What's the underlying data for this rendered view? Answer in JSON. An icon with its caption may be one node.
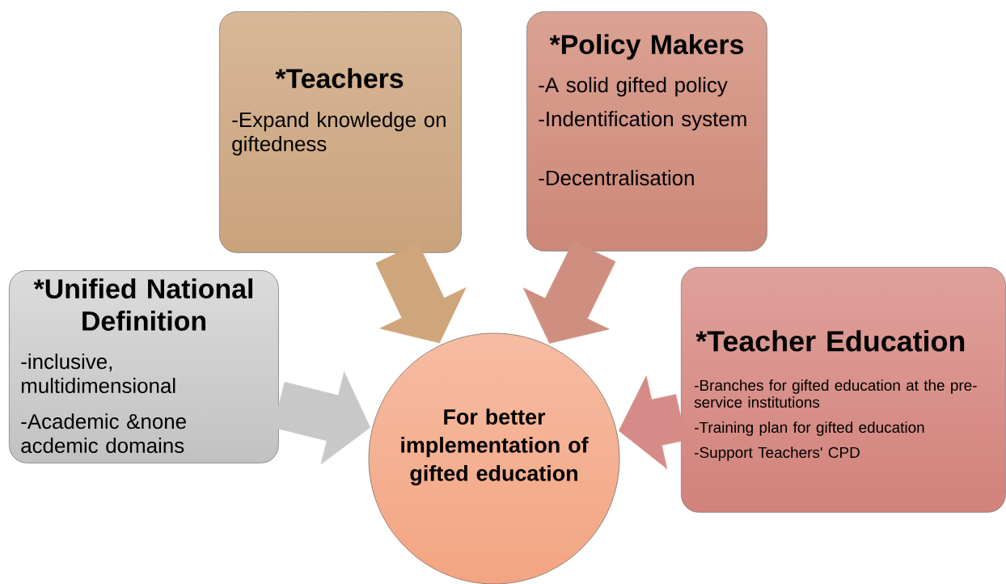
{
  "diagram": {
    "nodes": [
      {
        "text": [
          "*Teachers",
          "-Expand knowledge on giftedness"
        ]
      },
      {
        "text": [
          "*Policy Makers",
          "-A solid gifted policy",
          "-Indentification system",
          "-Decentralisation"
        ]
      },
      {
        "text": [
          "*Unified National Definition",
          "-inclusive, multidimensional",
          "-Academic &none acdemic domains"
        ]
      },
      {
        "text": [
          "*Teacher Education",
          "-Branches for gifted education at the pre-service institutions",
          "-Training plan for gifted education",
          "-Support Teachers' CPD"
        ]
      },
      {
        "text": [
          "For better implementation of gifted education"
        ]
      }
    ],
    "edges": [
      {
        "from": 0,
        "to": 4,
        "arrow": "to",
        "style": "thick",
        "color": "#cfa57c"
      },
      {
        "from": 1,
        "to": 4,
        "arrow": "to",
        "style": "thick",
        "color": "#cf8f80"
      },
      {
        "from": 2,
        "to": 4,
        "arrow": "to",
        "style": "thick",
        "color": "#c8c8c8"
      },
      {
        "from": 3,
        "to": 4,
        "arrow": "to",
        "style": "thick",
        "color": "#d58c88"
      }
    ]
  }
}
